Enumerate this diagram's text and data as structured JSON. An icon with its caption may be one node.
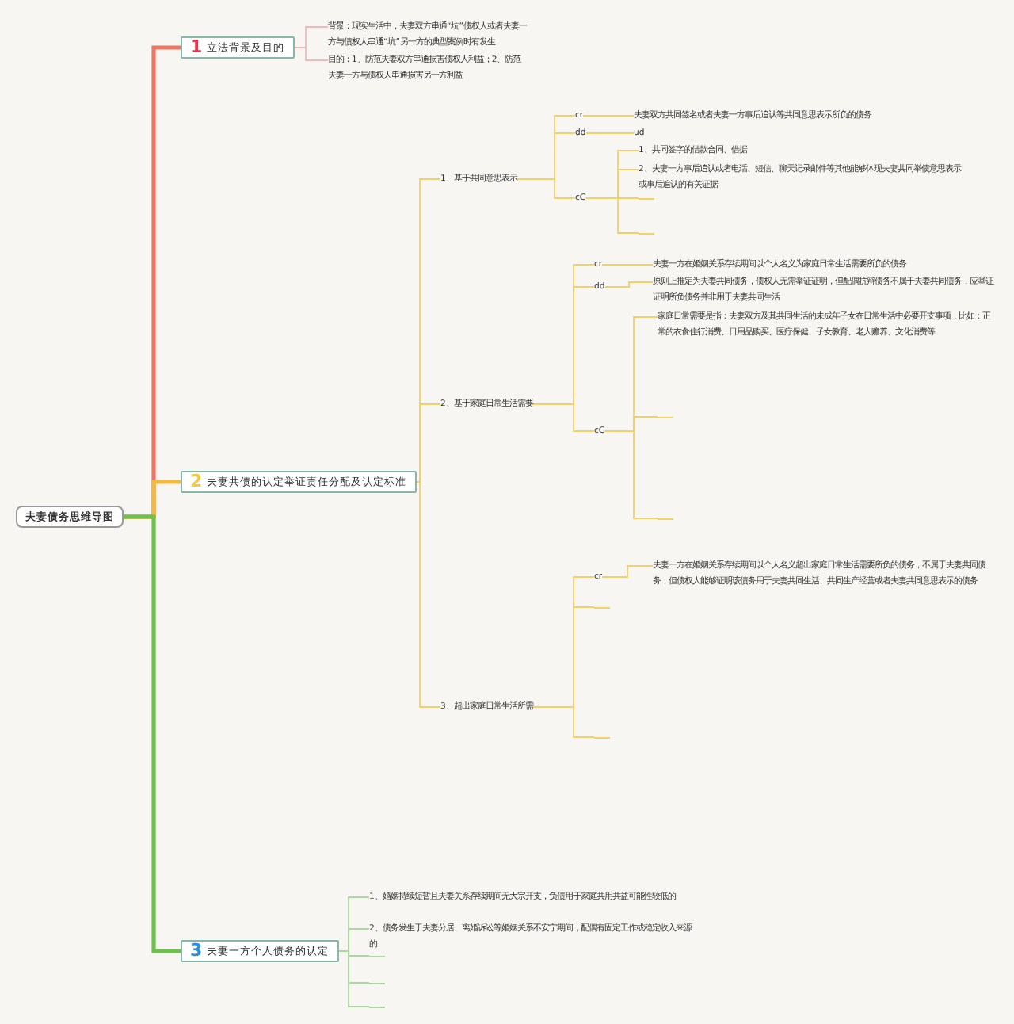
{
  "diagram": {
    "nodes": [
      {
        "text": [
          "夫妻债务思维导图"
        ]
      },
      {
        "text": [
          "1",
          "立法背景及目的"
        ]
      },
      {
        "text": [
          "背景：现实生活中，夫妻双方串通“坑”债权人或者夫妻一方与债权人串通“坑”另一方的典型案例时有发生"
        ]
      },
      {
        "text": [
          "目的：1、防范夫妻双方串通损害债权人利益；2、防范夫妻一方与债权人串通损害另一方利益"
        ]
      },
      {
        "text": [
          "2",
          "夫妻共债的认定举证责任分配及认定标准"
        ]
      },
      {
        "text": [
          "1、基于共同意思表示"
        ]
      },
      {
        "text": [
          "cr"
        ]
      },
      {
        "text": [
          "夫妻双方共同签名或者夫妻一方事后追认等共同意思表示所负的债务"
        ]
      },
      {
        "text": [
          "dd"
        ]
      },
      {
        "text": [
          "ud"
        ]
      },
      {
        "text": [
          "cG"
        ]
      },
      {
        "text": [
          "1、共同签字的借款合同、借据"
        ]
      },
      {
        "text": [
          "2、夫妻一方事后追认或者电话、短信、聊天记录邮件等其他能够体现夫妻共同举债意思表示或事后追认的有关证据"
        ]
      },
      {
        "text": [],
        "shape": "line"
      },
      {
        "text": [],
        "shape": "line"
      },
      {
        "text": [
          "2、基于家庭日常生活需要"
        ]
      },
      {
        "text": [
          "cr"
        ]
      },
      {
        "text": [
          "夫妻一方在婚姻关系存续期间以个人名义为家庭日常生活需要所负的债务"
        ]
      },
      {
        "text": [
          "dd"
        ]
      },
      {
        "text": [
          "原则上推定为夫妻共同债务，债权人无需举证证明，但配偶抗辩债务不属于夫妻共同债务，应举证证明所负债务并非用于夫妻共同生活"
        ]
      },
      {
        "text": [
          "cG"
        ]
      },
      {
        "text": [
          "家庭日常需要是指：夫妻双方及其共同生活的未成年子女在日常生活中必要开支事项，比如：正常的衣食住行消费、日用品购买、医疗保健、子女教育、老人赡养、文化消费等"
        ]
      },
      {
        "text": [],
        "shape": "line"
      },
      {
        "text": [],
        "shape": "line"
      },
      {
        "text": [
          "3、超出家庭日常生活所需"
        ]
      },
      {
        "text": [
          "cr"
        ]
      },
      {
        "text": [
          "夫妻一方在婚姻关系存续期间以个人名义超出家庭日常生活需要所负的债务，不属于夫妻共同债务，但债权人能够证明该债务用于夫妻共同生活、共同生产经营或者夫妻共同意思表示的债务"
        ]
      },
      {
        "text": [],
        "shape": "line"
      },
      {
        "text": [],
        "shape": "line"
      },
      {
        "text": [
          "3",
          "夫妻一方个人债务的认定"
        ]
      },
      {
        "text": [
          "1、婚姻持续短暂且夫妻关系存续期间无大宗开支，负债用于家庭共用共益可能性较低的"
        ]
      },
      {
        "text": [
          "2、债务发生于夫妻分居、离婚诉讼等婚姻关系不安宁期间，配偶有固定工作或稳定收入来源的"
        ]
      },
      {
        "text": [],
        "shape": "line"
      },
      {
        "text": [],
        "shape": "line"
      },
      {
        "text": [],
        "shape": "line"
      }
    ],
    "edges": [
      {
        "from": 0,
        "to": 1,
        "arrow": "none",
        "style": "thick",
        "color": "#ef7561"
      },
      {
        "from": 0,
        "to": 4,
        "arrow": "none",
        "style": "thick",
        "color": "#f5b940"
      },
      {
        "from": 0,
        "to": 29,
        "arrow": "none",
        "style": "thick",
        "color": "#6cc24a"
      },
      {
        "from": 1,
        "to": 2,
        "arrow": "none",
        "color": "#f4b8b8"
      },
      {
        "from": 1,
        "to": 3,
        "arrow": "none",
        "color": "#f4b8b8"
      },
      {
        "from": 4,
        "to": 5,
        "arrow": "none"
      },
      {
        "from": 4,
        "to": 15,
        "arrow": "none"
      },
      {
        "from": 4,
        "to": 24,
        "arrow": "none"
      },
      {
        "from": 5,
        "to": 6,
        "arrow": "none"
      },
      {
        "from": 6,
        "to": 7,
        "arrow": "none"
      },
      {
        "from": 5,
        "to": 8,
        "arrow": "none"
      },
      {
        "from": 8,
        "to": 9,
        "arrow": "none"
      },
      {
        "from": 5,
        "to": 10,
        "arrow": "none"
      },
      {
        "from": 10,
        "to": 11,
        "arrow": "none"
      },
      {
        "from": 10,
        "to": 12,
        "arrow": "none"
      },
      {
        "from": 10,
        "to": 13,
        "arrow": "none"
      },
      {
        "from": 10,
        "to": 14,
        "arrow": "none"
      },
      {
        "from": 15,
        "to": 16,
        "arrow": "none"
      },
      {
        "from": 16,
        "to": 17,
        "arrow": "none"
      },
      {
        "from": 15,
        "to": 18,
        "arrow": "none"
      },
      {
        "from": 18,
        "to": 19,
        "arrow": "none"
      },
      {
        "from": 15,
        "to": 20,
        "arrow": "none"
      },
      {
        "from": 20,
        "to": 21,
        "arrow": "none"
      },
      {
        "from": 20,
        "to": 22,
        "arrow": "none"
      },
      {
        "from": 20,
        "to": 23,
        "arrow": "none"
      },
      {
        "from": 24,
        "to": 25,
        "arrow": "none"
      },
      {
        "from": 25,
        "to": 26,
        "arrow": "none"
      },
      {
        "from": 24,
        "to": 27,
        "arrow": "none"
      },
      {
        "from": 24,
        "to": 28,
        "arrow": "none"
      },
      {
        "from": 29,
        "to": 30,
        "arrow": "none",
        "color": "#a9d99b"
      },
      {
        "from": 29,
        "to": 31,
        "arrow": "none",
        "color": "#a9d99b"
      },
      {
        "from": 29,
        "to": 32,
        "arrow": "none",
        "color": "#a9d99b"
      },
      {
        "from": 29,
        "to": 33,
        "arrow": "none",
        "color": "#a9d99b"
      },
      {
        "from": 29,
        "to": 34,
        "arrow": "none",
        "color": "#a9d99b"
      }
    ]
  }
}
